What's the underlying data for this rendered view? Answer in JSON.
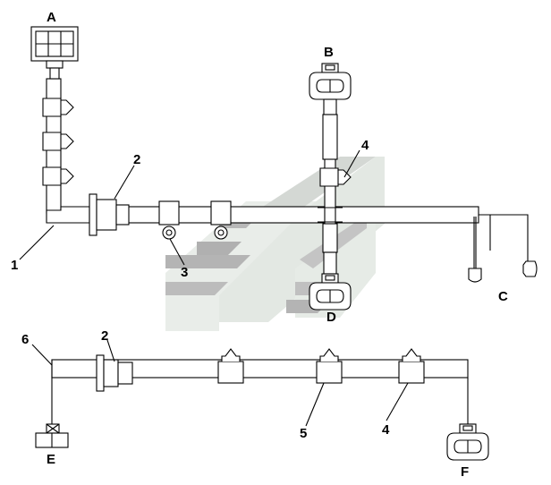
{
  "diagram": {
    "labels": {
      "A": "A",
      "B": "B",
      "C": "C",
      "D": "D",
      "E": "E",
      "F": "F",
      "n1": "1",
      "n2_top": "2",
      "n3": "3",
      "n4_top": "4",
      "n6": "6",
      "n2_bottom": "2",
      "n5": "5",
      "n4_bottom": "4"
    },
    "watermark_colors": {
      "light": "#e9ede9",
      "dark": "#b4b4b4"
    }
  }
}
